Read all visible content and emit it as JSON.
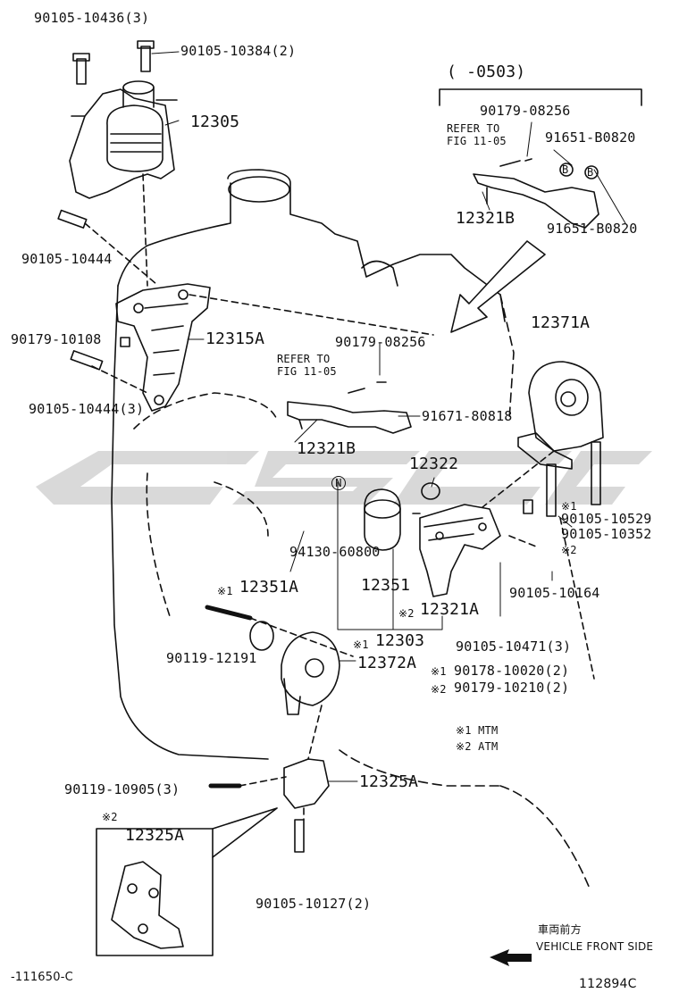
{
  "date_range": "(  -0503)",
  "footer_left": "-111650-C",
  "footer_right": "112894C",
  "direction": {
    "ja": "車両前方",
    "en": "VEHICLE FRONT SIDE"
  },
  "notes": {
    "mtm": "※1 MTM",
    "atm": "※2 ATM"
  },
  "refer": {
    "top_a": "REFER TO",
    "top_b": "FIG 11-05",
    "mid_a": "REFER TO",
    "mid_b": "FIG 11-05"
  },
  "inset_mark": "※2",
  "parts": {
    "p_90105_10436": "90105-10436(3)",
    "p_90105_10384": "90105-10384(2)",
    "p_12305": "12305",
    "p_90105_10444": "90105-10444",
    "p_90179_10108": "90179-10108",
    "p_12315A": "12315A",
    "p_90105_10444_3": "90105-10444(3)",
    "p_90179_08256_top": "90179-08256",
    "p_91651_b0820_a": "91651-B0820",
    "p_12321B_top": "12321B",
    "p_91651_b0820_b": "91651-B0820",
    "p_12371A": "12371A",
    "p_90179_08256": "90179-08256",
    "p_91671_80818": "91671-80818",
    "p_12321B": "12321B",
    "p_12322": "12322",
    "p_N": "N",
    "p_mark1_a": "※1",
    "p_90105_10529": "90105-10529",
    "p_90105_10352": "90105-10352",
    "p_mark2_a": "※2",
    "p_94130_60800": "94130-60800",
    "p_12351": "12351",
    "p_90105_10164": "90105-10164",
    "p_mark1_b": "※1",
    "p_12351A": "12351A",
    "p_mark2_b": "※2",
    "p_12321A": "12321A",
    "p_mark1_c": "※1",
    "p_12303": "12303",
    "p_90105_10471": "90105-10471(3)",
    "p_90119_12191": "90119-12191",
    "p_12372A": "12372A",
    "p_mark1_d": "※1",
    "p_90178_10020": "90178-10020(2)",
    "p_mark2_c": "※2",
    "p_90179_10210": "90179-10210(2)",
    "p_90119_10905": "90119-10905(3)",
    "p_12325A": "12325A",
    "p_12325A_inset": "12325A",
    "p_90105_10127": "90105-10127(2)",
    "p_B1": "B",
    "p_B2": "B"
  },
  "colors": {
    "ink": "#111111",
    "watermark": "#cfcfcf",
    "paper": "#ffffff"
  }
}
